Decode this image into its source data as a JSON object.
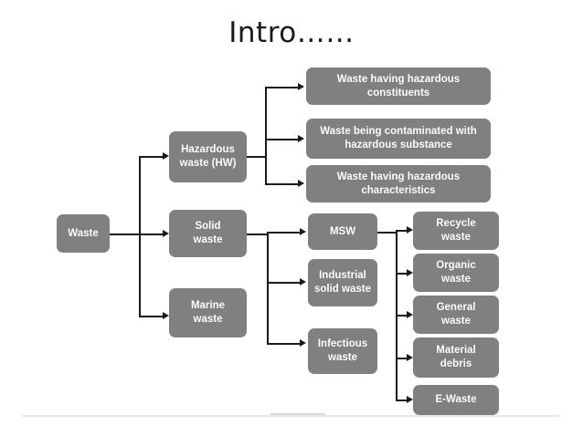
{
  "slide": {
    "title": "Intro……",
    "background_color": "#ffffff",
    "node_color": "#808080",
    "node_text_color": "#ffffff",
    "connector_color": "#1a1a1a",
    "baseline_color": "#e8e8e8"
  },
  "diagram": {
    "type": "hierarchy-flowchart",
    "root": {
      "id": "waste",
      "label": "Waste"
    },
    "level1": [
      {
        "id": "hazardous-waste",
        "label": "Hazardous\nwaste (HW)"
      },
      {
        "id": "solid-waste",
        "label": "Solid\nwaste"
      },
      {
        "id": "marine-waste",
        "label": "Marine\nwaste"
      }
    ],
    "hazardous_children": [
      {
        "id": "hazardous-constituents",
        "label": "Waste having hazardous\nconstituents"
      },
      {
        "id": "hazardous-contaminated",
        "label": "Waste being contaminated with\nhazardous  substance"
      },
      {
        "id": "hazardous-characteristics",
        "label": "Waste having hazardous\ncharacteristics"
      }
    ],
    "solid_children": [
      {
        "id": "msw",
        "label": "MSW"
      },
      {
        "id": "industrial-solid-waste",
        "label": "Industrial\nsolid waste"
      },
      {
        "id": "infectious-waste",
        "label": "Infectious\nwaste"
      }
    ],
    "msw_children": [
      {
        "id": "recycle-waste",
        "label": "Recycle\nwaste"
      },
      {
        "id": "organic-waste",
        "label": "Organic\nwaste"
      },
      {
        "id": "general-waste",
        "label": "General\nwaste"
      },
      {
        "id": "material-debris",
        "label": "Material\ndebris"
      },
      {
        "id": "e-waste",
        "label": "E-Waste"
      }
    ]
  }
}
